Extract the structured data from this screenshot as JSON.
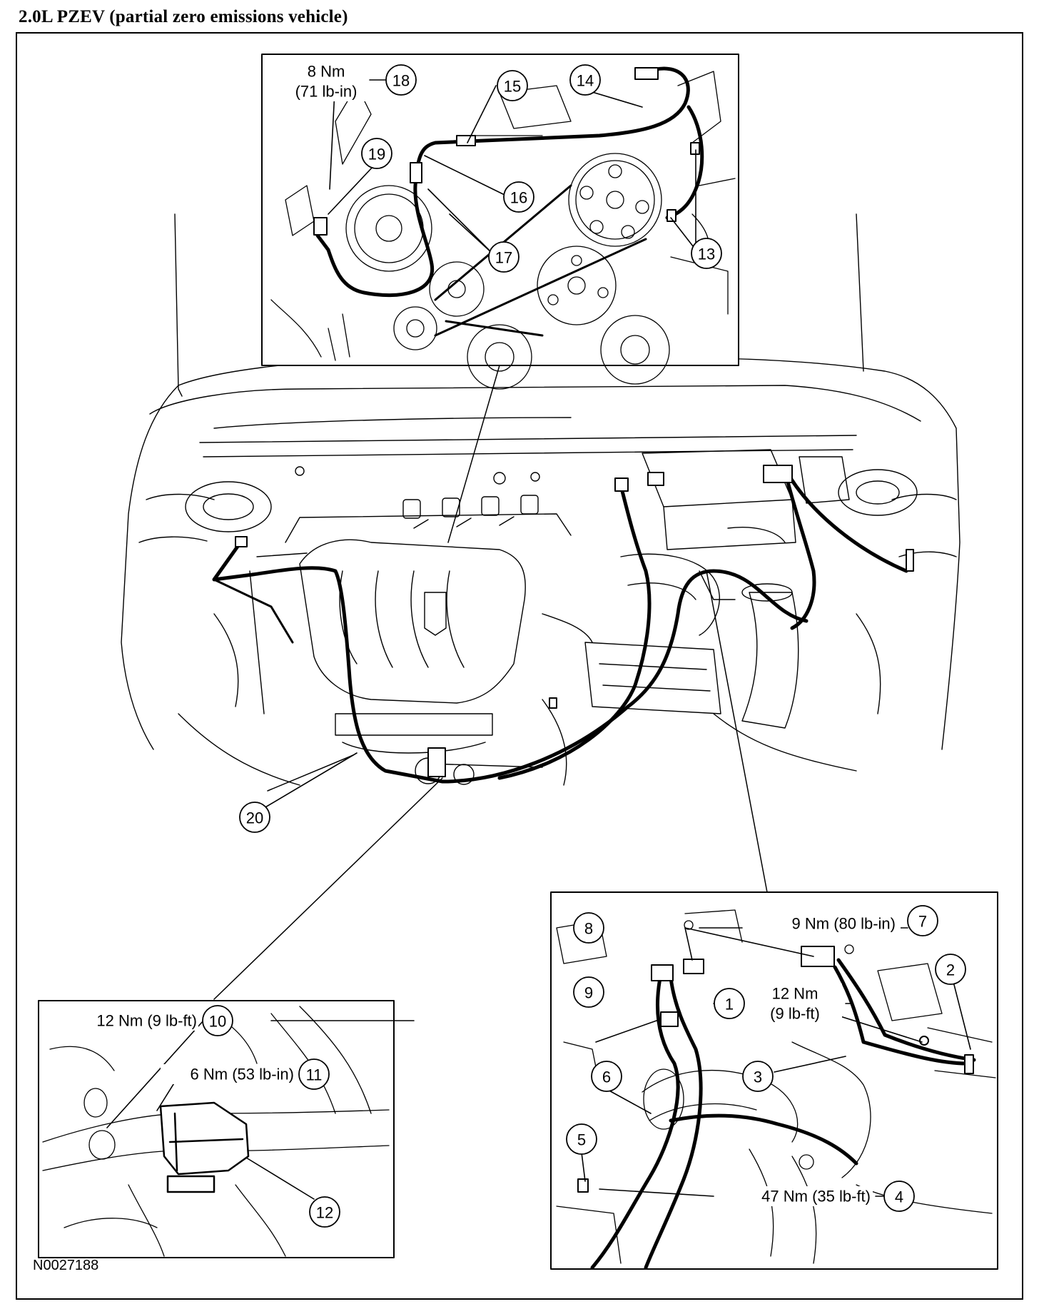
{
  "title": "2.0L PZEV (partial zero emissions vehicle)",
  "reference_code": "N0027188",
  "callouts": [
    {
      "id": "c1",
      "number": "1"
    },
    {
      "id": "c2",
      "number": "2"
    },
    {
      "id": "c3",
      "number": "3"
    },
    {
      "id": "c4",
      "number": "4"
    },
    {
      "id": "c5",
      "number": "5"
    },
    {
      "id": "c6",
      "number": "6"
    },
    {
      "id": "c7",
      "number": "7"
    },
    {
      "id": "c8",
      "number": "8"
    },
    {
      "id": "c9",
      "number": "9"
    },
    {
      "id": "c10",
      "number": "10"
    },
    {
      "id": "c11",
      "number": "11"
    },
    {
      "id": "c12",
      "number": "12"
    },
    {
      "id": "c13",
      "number": "13"
    },
    {
      "id": "c14",
      "number": "14"
    },
    {
      "id": "c15",
      "number": "15"
    },
    {
      "id": "c16",
      "number": "16"
    },
    {
      "id": "c17",
      "number": "17"
    },
    {
      "id": "c18",
      "number": "18"
    },
    {
      "id": "c19",
      "number": "19"
    },
    {
      "id": "c20",
      "number": "20"
    }
  ],
  "torque_specs": {
    "t18_line1": "8 Nm",
    "t18_line2": "(71 lb-in)",
    "t7": "9 Nm (80 lb-in)",
    "t1_line1": "12 Nm",
    "t1_line2": "(9 lb-ft)",
    "t4": "47 Nm (35 lb-ft)",
    "t10": "12 Nm (9 lb-ft)",
    "t11": "6 Nm (53 lb-in)"
  }
}
